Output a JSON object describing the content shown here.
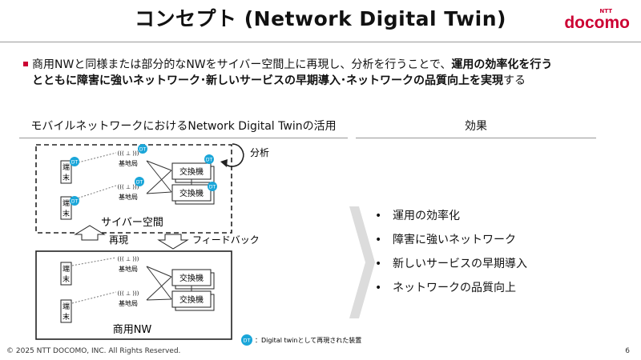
{
  "header": {
    "title": "コンセプト (Network Digital Twin)",
    "logo_small": "NTT",
    "logo_main": "docomo"
  },
  "colors": {
    "brand": "#cc0033",
    "dt_badge": "#1aa6d9"
  },
  "bullet": {
    "part1": "商用NWと同様または部分的なNWをサイバー空間上に再現し、分析を行うことで、",
    "bold1": "運用の効率化を行う",
    "bold2": "とともに障害に強いネットワーク･新しいサービスの早期導入･ネットワークの品質向上を実現",
    "part2": "する"
  },
  "left_section": {
    "heading": "モバイルネットワークにおけるNetwork Digital Twinの活用"
  },
  "right_section": {
    "heading": "効果",
    "effects": [
      "運用の効率化",
      "障害に強いネットワーク",
      "新しいサービスの早期導入",
      "ネットワークの品質向上"
    ]
  },
  "diagram": {
    "cyber_label": "サイバー空間",
    "commercial_label": "商用NW",
    "analysis_label": "分析",
    "reproduce_label": "再現",
    "feedback_label": "フィードバック",
    "terminal_label_1": "端",
    "terminal_label_2": "末",
    "base_station_label": "基地局",
    "antenna_glyph": "(((  ⊥  )))",
    "switch_label": "交換機",
    "dt_badge_text": "DT",
    "legend_text": "：Digital twinとして再現された装置"
  },
  "footer": {
    "copyright": "© 2025 NTT DOCOMO, INC. All Rights Reserved.",
    "page": "6"
  }
}
